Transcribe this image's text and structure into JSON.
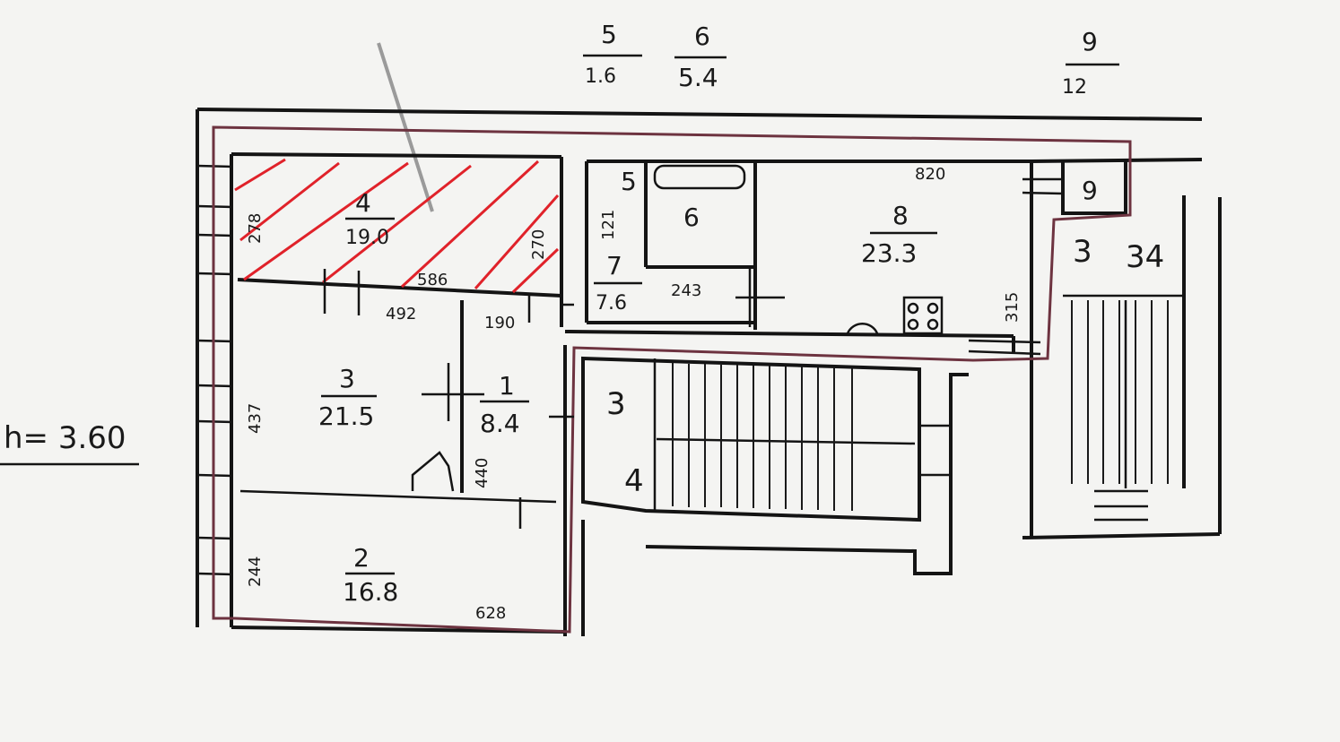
{
  "ceiling_height": "h= 3.60",
  "header_rooms": [
    {
      "number": "5",
      "area": "1.6"
    },
    {
      "number": "6",
      "area": "5.4"
    },
    {
      "number": "9",
      "area": "12"
    }
  ],
  "rooms": {
    "r4": {
      "number": "4",
      "area": "19.0"
    },
    "r3": {
      "number": "3",
      "area": "21.5"
    },
    "r1": {
      "number": "1",
      "area": "8.4"
    },
    "r2": {
      "number": "2",
      "area": "16.8"
    },
    "r5": {
      "number": "5"
    },
    "r6": {
      "number": "6"
    },
    "r7": {
      "number": "7",
      "area": "7.6"
    },
    "r8": {
      "number": "8",
      "area": "23.3"
    },
    "r9": {
      "number": "9"
    }
  },
  "stair_labels": [
    "3",
    "4",
    "3",
    "34"
  ],
  "dimensions": {
    "d_278": "278",
    "d_586": "586",
    "d_492": "492",
    "d_190": "190",
    "d_437": "437",
    "d_440": "440",
    "d_244": "244",
    "d_628": "628",
    "d_121": "121",
    "d_243": "243",
    "d_820": "820",
    "d_315": "315",
    "d_270": "270"
  },
  "colors": {
    "walls": "#141414",
    "apartment_outline": "#6d3340",
    "hatching": "#e0222a",
    "paper": "#f4f4f2"
  }
}
